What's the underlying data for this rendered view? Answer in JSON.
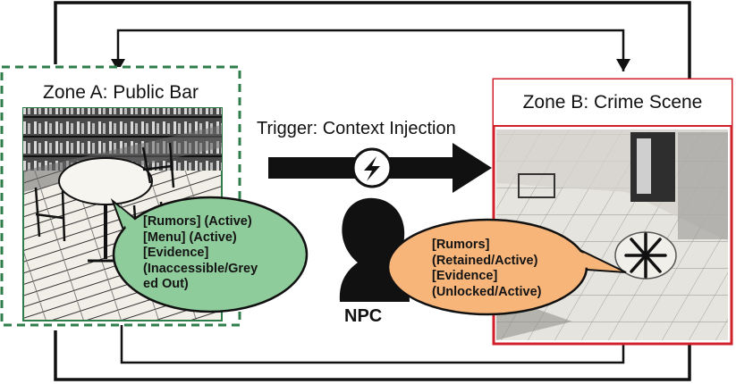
{
  "zone_a": {
    "title": "Zone A: Public Bar",
    "bubble_lines": [
      "[Rumors] (Active)",
      "[Menu] (Active)",
      "[Evidence]",
      "(Inaccessible/Grey",
      "ed Out)"
    ],
    "bubble_color": "#8fcc9c",
    "border_color": "#2e7d4a"
  },
  "zone_b": {
    "title": "Zone B: Crime Scene",
    "bubble_lines": [
      "[Rumors]",
      "(Retained/Active)",
      "[Evidence]",
      "(Unlocked/Active)"
    ],
    "bubble_color": "#f7b57a",
    "border_color": "#d0202a"
  },
  "trigger": {
    "label": "Trigger: Context Injection",
    "icon": "lightning-bolt-icon"
  },
  "npc": {
    "label": "NPC",
    "icon": "person-head-silhouette-icon"
  }
}
